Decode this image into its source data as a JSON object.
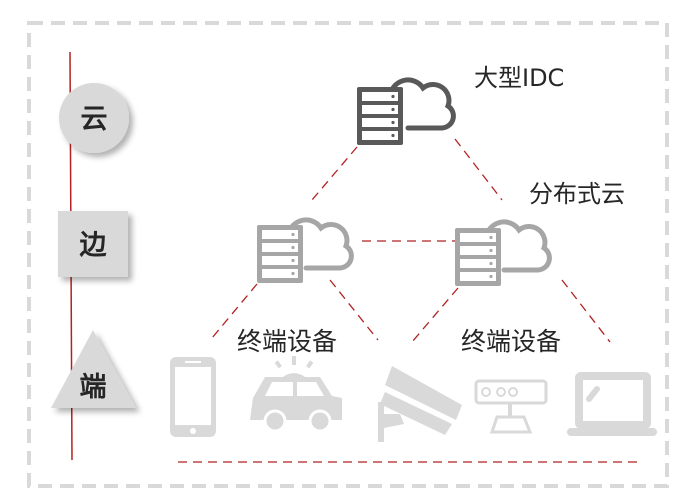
{
  "tiers": {
    "cloud": "云",
    "edge": "边",
    "device": "端"
  },
  "labels": {
    "idc": "大型IDC",
    "distributed_cloud": "分布式云",
    "devices_left": "终端设备",
    "devices_right": "终端设备"
  },
  "devices": [
    "smartphone-icon",
    "police-car-icon",
    "cctv-camera-icon",
    "depth-camera-icon",
    "laptop-icon"
  ],
  "colors": {
    "accent": "#b22222",
    "dark_server": "#595959",
    "edge_server": "#a6a6a6",
    "device": "#d9d9d9",
    "tier_shape": "#d9d9d9"
  }
}
